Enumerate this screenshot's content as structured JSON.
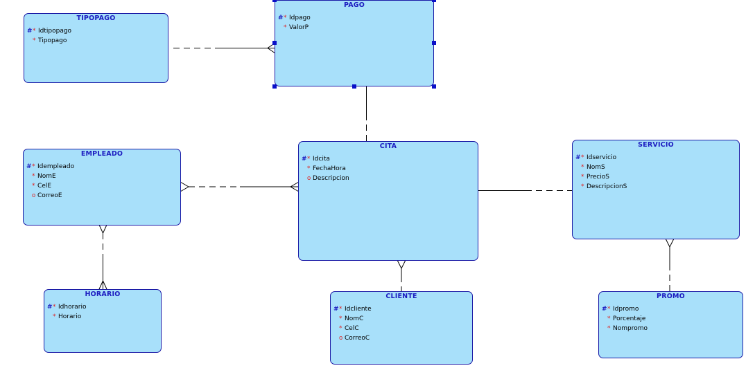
{
  "diagram": {
    "entities": {
      "tipopago": {
        "name": "TIPOPAGO",
        "attributes": [
          {
            "key": "#",
            "flag": "*",
            "label": "Idtipopago"
          },
          {
            "key": "",
            "flag": "*",
            "label": "Tipopago"
          }
        ]
      },
      "pago": {
        "name": "PAGO",
        "attributes": [
          {
            "key": "#",
            "flag": "*",
            "label": "Idpago"
          },
          {
            "key": "",
            "flag": "*",
            "label": "ValorP"
          }
        ]
      },
      "empleado": {
        "name": "EMPLEADO",
        "attributes": [
          {
            "key": "#",
            "flag": "*",
            "label": "Idempleado"
          },
          {
            "key": "",
            "flag": "*",
            "label": "NomE"
          },
          {
            "key": "",
            "flag": "*",
            "label": "CelE"
          },
          {
            "key": "",
            "flag": "o",
            "label": "CorreoE"
          }
        ]
      },
      "cita": {
        "name": "CITA",
        "attributes": [
          {
            "key": "#",
            "flag": "*",
            "label": "Idcita"
          },
          {
            "key": "",
            "flag": "*",
            "label": "FechaHora"
          },
          {
            "key": "",
            "flag": "o",
            "label": "Descripcion"
          }
        ]
      },
      "servicio": {
        "name": "SERVICIO",
        "attributes": [
          {
            "key": "#",
            "flag": "*",
            "label": "Idservicio"
          },
          {
            "key": "",
            "flag": "*",
            "label": "NomS"
          },
          {
            "key": "",
            "flag": "*",
            "label": "PrecioS"
          },
          {
            "key": "",
            "flag": "*",
            "label": "DescripcionS"
          }
        ]
      },
      "horario": {
        "name": "HORARIO",
        "attributes": [
          {
            "key": "#",
            "flag": "*",
            "label": "Idhorario"
          },
          {
            "key": "",
            "flag": "*",
            "label": "Horario"
          }
        ]
      },
      "cliente": {
        "name": "CLIENTE",
        "attributes": [
          {
            "key": "#",
            "flag": "*",
            "label": "Idcliente"
          },
          {
            "key": "",
            "flag": "*",
            "label": "NomC"
          },
          {
            "key": "",
            "flag": "*",
            "label": "CelC"
          },
          {
            "key": "",
            "flag": "o",
            "label": "CorreoC"
          }
        ]
      },
      "promo": {
        "name": "PROMO",
        "attributes": [
          {
            "key": "#",
            "flag": "*",
            "label": "Idpromo"
          },
          {
            "key": "",
            "flag": "*",
            "label": "Porcentaje"
          },
          {
            "key": "",
            "flag": "*",
            "label": "Nompromo"
          }
        ]
      }
    },
    "relationships": [
      {
        "from": "tipopago",
        "to": "pago",
        "many_end": "pago"
      },
      {
        "from": "pago",
        "to": "cita",
        "many_end": "none"
      },
      {
        "from": "empleado",
        "to": "cita",
        "many_end": "both"
      },
      {
        "from": "cita",
        "to": "servicio",
        "many_end": "none"
      },
      {
        "from": "empleado",
        "to": "horario",
        "many_end": "both"
      },
      {
        "from": "cita",
        "to": "cliente",
        "many_end": "cita"
      },
      {
        "from": "servicio",
        "to": "promo",
        "many_end": "servicio"
      }
    ],
    "selected_entity": "pago",
    "colors": {
      "entity_fill": "#a8e0fa",
      "entity_border": "#1a1aa6",
      "title_text": "#1c1cc0",
      "required_marker": "#e02020",
      "selection_handle": "#0a10c8"
    }
  }
}
